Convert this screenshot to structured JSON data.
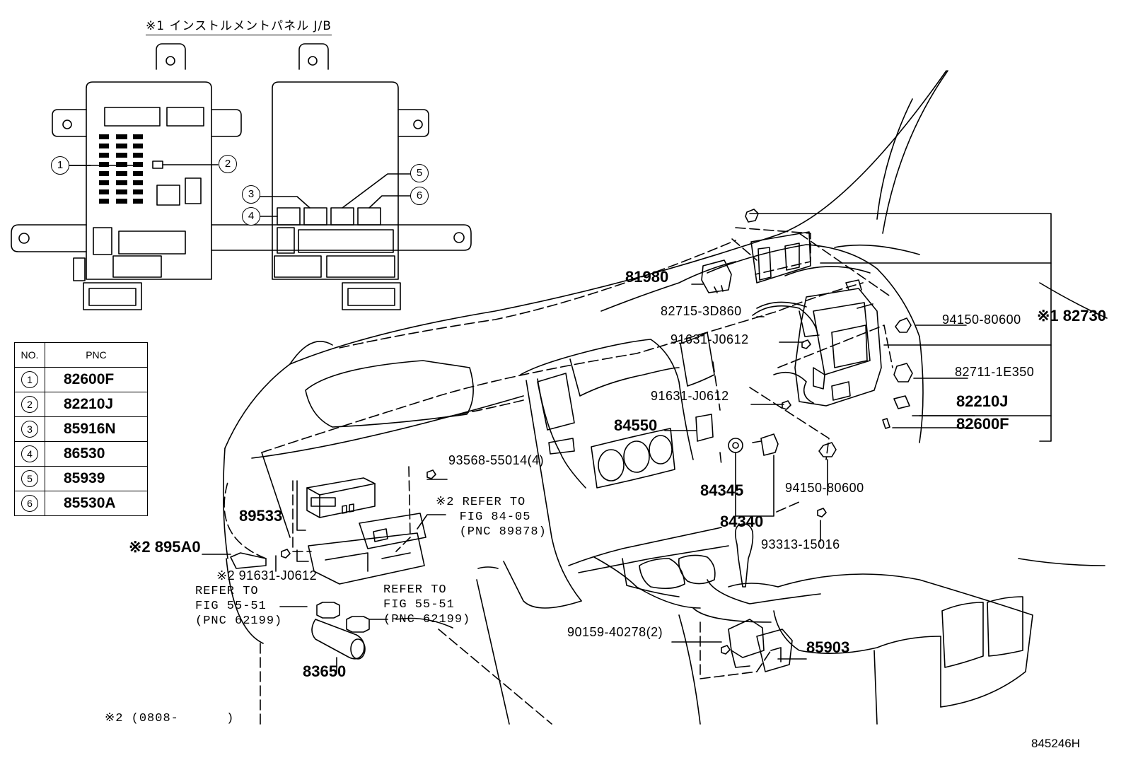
{
  "jb_title": "※1 インストルメントパネル J/B",
  "callout_numbers": [
    "1",
    "2",
    "3",
    "4",
    "5",
    "6"
  ],
  "pnc_table": {
    "headers": [
      "NO.",
      "PNC"
    ],
    "rows": [
      {
        "no": "1",
        "pnc": "82600F"
      },
      {
        "no": "2",
        "pnc": "82210J"
      },
      {
        "no": "3",
        "pnc": "85916N"
      },
      {
        "no": "4",
        "pnc": "86530"
      },
      {
        "no": "5",
        "pnc": "85939"
      },
      {
        "no": "6",
        "pnc": "85530A"
      }
    ]
  },
  "part_labels": {
    "p81980": "81980",
    "p82715": "82715-3D860",
    "p91631a": "91631-J0612",
    "p91631b": "91631-J0612",
    "p94150a": "94150-80600",
    "p82730": "※1 82730",
    "p82711": "82711-1E350",
    "p82210j": "82210J",
    "p82600f": "82600F",
    "p84550": "84550",
    "p84345": "84345",
    "p84340": "84340",
    "p94150b": "94150-80600",
    "p93313": "93313-15016",
    "p93568": "93568-55014(4)",
    "p89533": "89533",
    "p895a0": "※2 895A0",
    "p91631c": "※2 91631-J0612",
    "p90159": "90159-40278(2)",
    "p85903": "85903",
    "p83650": "83650"
  },
  "references": {
    "ref_89878": "※2 REFER TO\n   FIG 84-05\n   (PNC 89878)",
    "ref_62199_left": "REFER TO\nFIG 55-51\n(PNC 62199)",
    "ref_62199_right": "REFER TO\nFIG 55-51\n(PNC 62199)"
  },
  "footnote": "※2 (0808-      )",
  "diagram_id": "845246H"
}
